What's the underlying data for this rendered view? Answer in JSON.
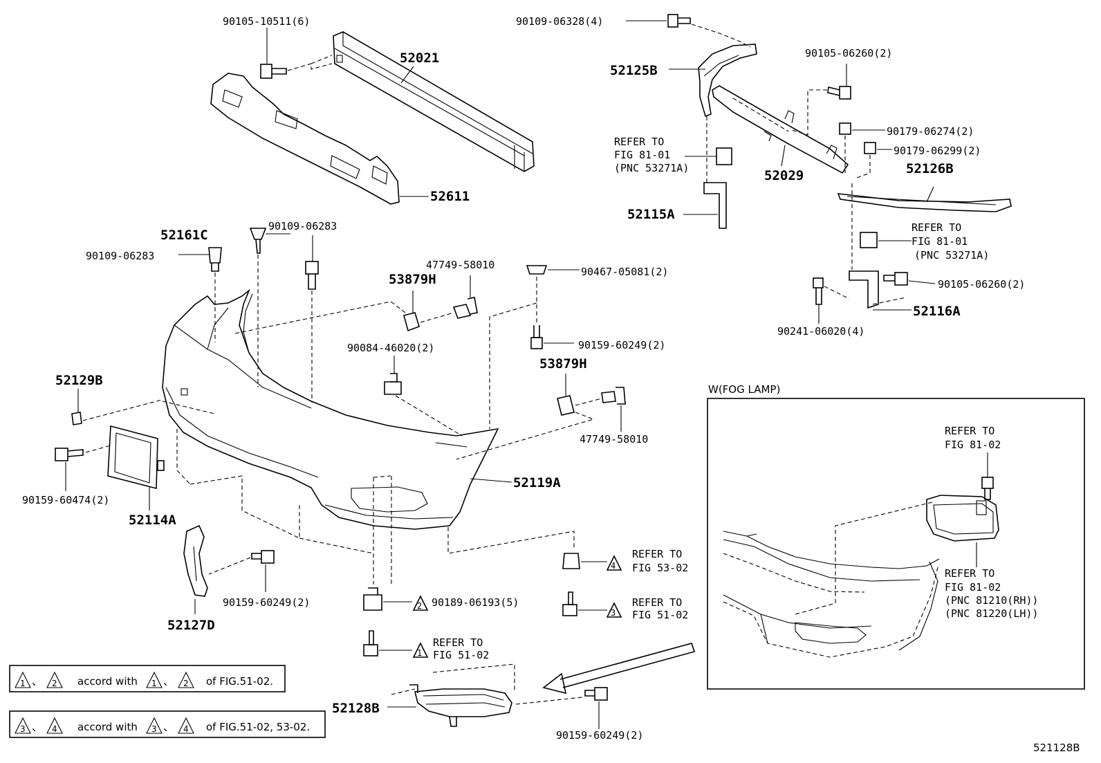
{
  "parts": {
    "p_90105_10511": "90105-10511(6)",
    "p_52021": "52021",
    "p_52611": "52611",
    "p_90109_06328": "90109-06328(4)",
    "p_52125B": "52125B",
    "p_90105_06260_top": "90105-06260(2)",
    "p_90179_06274": "90179-06274(2)",
    "p_90179_06299": "90179-06299(2)",
    "p_52029": "52029",
    "p_52126B": "52126B",
    "p_52115A": "52115A",
    "p_90105_06260_right": "90105-06260(2)",
    "p_52116A": "52116A",
    "p_90241_06020": "90241-06020(4)",
    "p_52161C": "52161C",
    "p_90109_06283_top": "90109-06283",
    "p_90109_06283_left": "90109-06283",
    "p_47749_58010_top": "47749-58010",
    "p_53879H_top": "53879H",
    "p_90467_05081": "90467-05081(2)",
    "p_90084_46020": "90084-46020(2)",
    "p_90159_60249_mid": "90159-60249(2)",
    "p_53879H_mid": "53879H",
    "p_47749_58010_mid": "47749-58010",
    "p_52129B": "52129B",
    "p_90159_60474": "90159-60474(2)",
    "p_52114A": "52114A",
    "p_52119A": "52119A",
    "p_52127D": "52127D",
    "p_90159_60249_lower": "90159-60249(2)",
    "p_90189_06193": "90189-06193(5)",
    "p_52128B": "52128B",
    "p_90159_60249_bottom": "90159-60249(2)"
  },
  "refs": {
    "refer_to": "REFER TO",
    "fig_81_01": "FIG 81-01",
    "pnc_53271A": "(PNC 53271A)",
    "fig_81_02": "FIG 81-02",
    "fig_53_02": "FIG 53-02",
    "fig_51_02": "FIG 51-02",
    "pnc_81210": "(PNC 81210(RH))",
    "pnc_81220": "(PNC 81220(LH))"
  },
  "triangles": {
    "t1": "1",
    "t2": "2",
    "t3": "3",
    "t4": "4"
  },
  "inset": {
    "title": "W(FOG LAMP)"
  },
  "notes": {
    "sep": "、",
    "accord_with": "accord with",
    "note1_tail": "of FIG.51-02.",
    "note2_tail": "of FIG.51-02, 53-02."
  },
  "figure_id": "521128B"
}
